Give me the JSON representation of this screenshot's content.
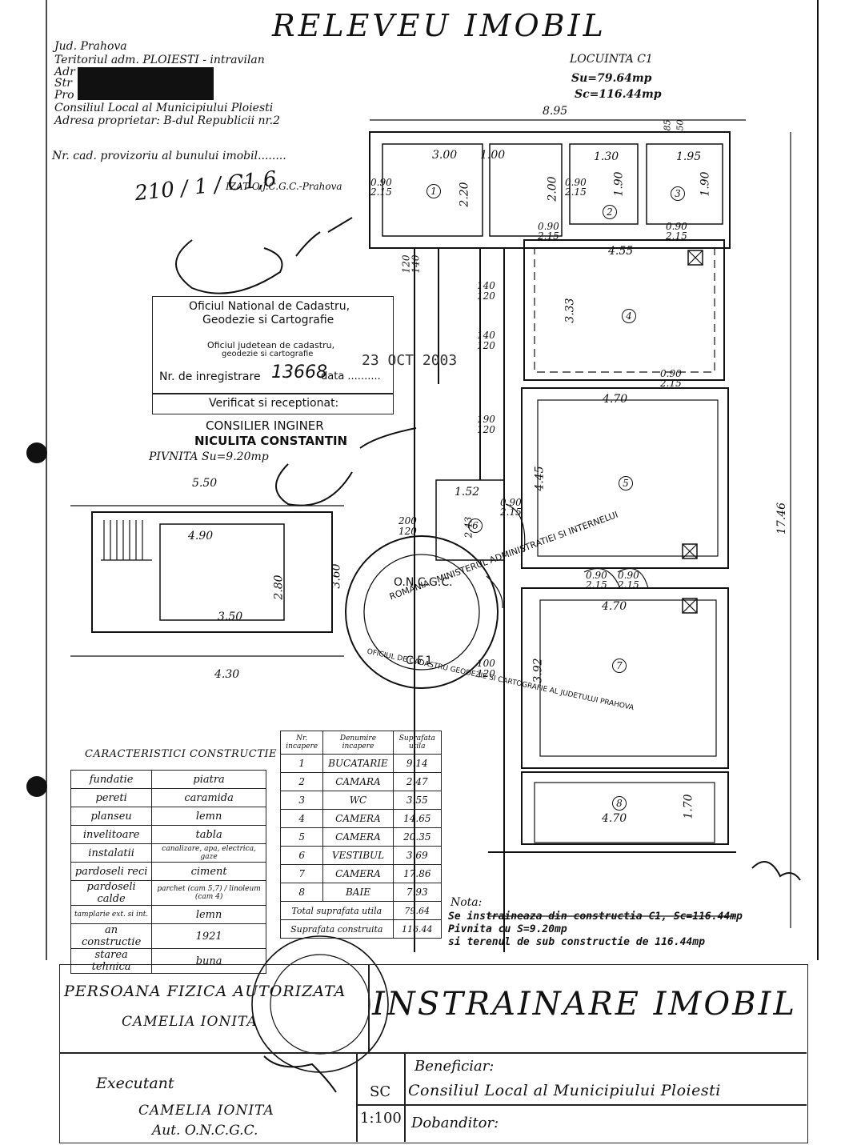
{
  "doc": {
    "title": "RELEVEU IMOBIL",
    "header_lines": [
      "Jud. Prahova",
      "Teritoriul adm. PLOIESTI  -  intravilan",
      "Adr",
      "Str",
      "Pro",
      "Consiliul Local al Municipiului Ploiesti",
      "Adresa proprietar: B-dul Republicii nr.2"
    ],
    "cadastral_line": "Nr. cad. provizoriu al bunului imobil........",
    "handwritten_number": "210 / 1 / C1,6",
    "stamp_line": "IZAT O.J.C.G.C.-Prahova",
    "locuinta": {
      "name": "LOCUINTA C1",
      "su": "Su=79.64mp",
      "sc": "Sc=116.44mp"
    },
    "pivnita": {
      "label": "PIVNITA Su=9.20mp"
    }
  },
  "registry_stamp": {
    "line1": "Oficiul National de Cadastru,",
    "line2": "Geodezie si Cartografie",
    "line3": "Oficiul judetean de cadastru,",
    "line4": "geodezie si cartografie",
    "reg_label": "Nr. de inregistrare",
    "reg_number": "13668",
    "data_label": "data ..........",
    "date": "23 OCT 2003",
    "verified": "Verificat si receptionat:",
    "role": "CONSILIER INGINER",
    "person": "NICULITA CONSTANTIN"
  },
  "dimensions": {
    "top_total": "8.95",
    "right_total": "17.46",
    "d_300": "3.00",
    "d_100": "1.00",
    "d_130": "1.30",
    "d_195": "1.95",
    "d_220": "2.20",
    "d_200": "2.00",
    "d_190a": "1.90",
    "d_190b": "1.90",
    "d_455": "4.55",
    "d_333": "3.33",
    "d_470a": "4.70",
    "d_445": "4.45",
    "d_152": "1.52",
    "d_243": "2.43",
    "d_470b": "4.70",
    "d_392": "3.92",
    "d_470c": "4.70",
    "d_170": "1.70",
    "d_085": "85",
    "d_050": "50",
    "door_090_215": "0.90\n2.15",
    "w_120_140": "120\n140",
    "w_140_120": "140\n120",
    "w_190_120": "190\n120",
    "w_200_120": "200\n120",
    "w_100_120": "100\n120",
    "basement_550": "5.50",
    "basement_490": "4.90",
    "basement_280": "2.80",
    "basement_360": "3.60",
    "basement_350": "3.50",
    "basement_430": "4.30"
  },
  "room_numbers": [
    "1",
    "2",
    "3",
    "4",
    "5",
    "6",
    "7",
    "8"
  ],
  "characteristics": {
    "title": "CARACTERISTICI CONSTRUCTIE",
    "rows": [
      [
        "fundatie",
        "piatra"
      ],
      [
        "pereti",
        "caramida"
      ],
      [
        "planseu",
        "lemn"
      ],
      [
        "invelitoare",
        "tabla"
      ],
      [
        "instalatii",
        "canalizare, apa, electrica, gaze"
      ],
      [
        "pardoseli reci",
        "ciment"
      ],
      [
        "pardoseli calde",
        "parchet (cam 5,7) / linoleum (cam 4)"
      ],
      [
        "tamplarie ext. si int.",
        "lemn"
      ],
      [
        "an constructie",
        "1921"
      ],
      [
        "starea tehnica",
        "buna"
      ]
    ]
  },
  "rooms_table": {
    "headers": [
      "Nr. incapere",
      "Denumire incapere",
      "Suprafata utila"
    ],
    "rows": [
      [
        "1",
        "BUCATARIE",
        "9.14"
      ],
      [
        "2",
        "CAMARA",
        "2.47"
      ],
      [
        "3",
        "WC",
        "3.55"
      ],
      [
        "4",
        "CAMERA",
        "14.65"
      ],
      [
        "5",
        "CAMERA",
        "20.35"
      ],
      [
        "6",
        "VESTIBUL",
        "3.69"
      ],
      [
        "7",
        "CAMERA",
        "17.86"
      ],
      [
        "8",
        "BAIE",
        "7.93"
      ]
    ],
    "total_util_label": "Total suprafata utila",
    "total_util": "79.64",
    "total_built_label": "Suprafata construita",
    "total_built": "116.44"
  },
  "note": {
    "label": "Nota:",
    "line1": "Se instraineaza din constructia C1, Sc=116.44mp",
    "line2": "Pivnita cu S=9.20mp",
    "line3": "si terenul de sub constructie de 116.44mp"
  },
  "footer": {
    "authorized_label": "PERSOANA FIZICA AUTORIZATA",
    "authorized_name": "CAMELIA IONITA",
    "big_title": "INSTRAINARE IMOBIL",
    "executant_label": "Executant",
    "executant_name": "CAMELIA IONITA",
    "executant_auth": "Aut. O.N.C.G.C.",
    "sc_label": "SC",
    "scale": "1:100",
    "beneficiar_label": "Beneficiar:",
    "beneficiar_name": "Consiliul Local al Municipiului Ploiesti",
    "dobanditor_label": "Dobanditor:"
  },
  "round_stamp": {
    "outer_text": "ROMANIA · MINISTERUL ADMINISTRATIEI SI INTERNELUI",
    "middle": "O.N.C.G.C.",
    "bottom": "C.F.1",
    "ring_text": "OFICIUL DE CADASTRU GEODEZIE SI CARTOGRAFIE AL JUDETULUI PRAHOVA"
  }
}
